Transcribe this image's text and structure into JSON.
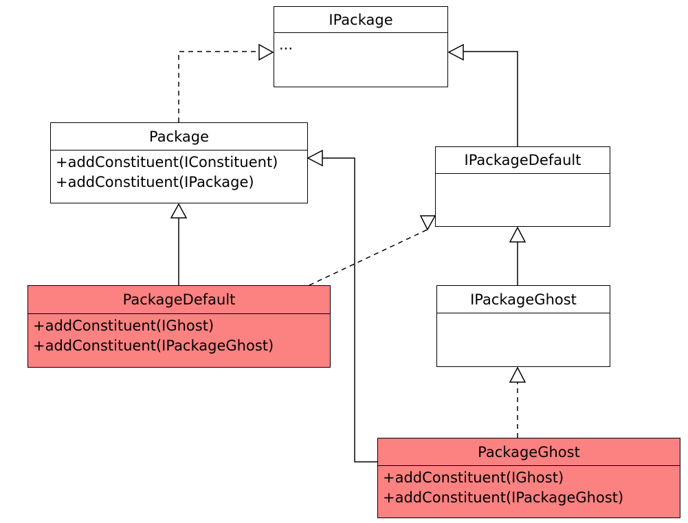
{
  "diagram": {
    "type": "uml-class-diagram",
    "colors": {
      "highlight": "#FC8181",
      "box_fill": "#FFFFFF",
      "line": "#000000",
      "background": "#FFFFFF"
    },
    "classes": [
      {
        "id": "ipackage",
        "name": "IPackage",
        "highlighted": false,
        "members": [
          "..."
        ]
      },
      {
        "id": "package",
        "name": "Package",
        "highlighted": false,
        "members": [
          "+addConstituent(IConstituent)",
          "+addConstituent(IPackage)"
        ]
      },
      {
        "id": "ipackagedefault",
        "name": "IPackageDefault",
        "highlighted": false,
        "members": []
      },
      {
        "id": "packagedefault",
        "name": "PackageDefault",
        "highlighted": true,
        "members": [
          "+addConstituent(IGhost)",
          "+addConstituent(IPackageGhost)"
        ]
      },
      {
        "id": "ipackageghost",
        "name": "IPackageGhost",
        "highlighted": false,
        "members": []
      },
      {
        "id": "packageghost",
        "name": "PackageGhost",
        "highlighted": true,
        "members": [
          "+addConstituent(IGhost)",
          "+addConstituent(IPackageGhost)"
        ]
      }
    ],
    "relationships": [
      {
        "from": "Package",
        "to": "IPackage",
        "type": "realization",
        "line": "dashed"
      },
      {
        "from": "IPackageDefault",
        "to": "IPackage",
        "type": "generalization",
        "line": "solid"
      },
      {
        "from": "PackageDefault",
        "to": "Package",
        "type": "generalization",
        "line": "solid"
      },
      {
        "from": "PackageGhost",
        "to": "Package",
        "type": "generalization",
        "line": "solid"
      },
      {
        "from": "PackageDefault",
        "to": "IPackageDefault",
        "type": "realization",
        "line": "dashed"
      },
      {
        "from": "IPackageGhost",
        "to": "IPackageDefault",
        "type": "generalization",
        "line": "solid"
      },
      {
        "from": "PackageGhost",
        "to": "IPackageGhost",
        "type": "realization",
        "line": "dashed"
      }
    ]
  }
}
